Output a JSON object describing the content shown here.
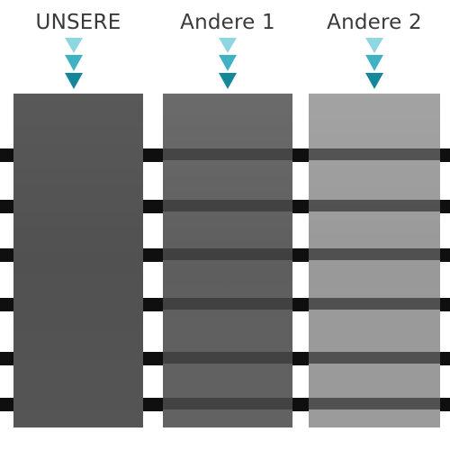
{
  "columns": [
    {
      "title": "UNSERE"
    },
    {
      "title": "Andere 1"
    },
    {
      "title": "Andere 2"
    }
  ],
  "colors": {
    "arrow_light": "#8ed6e0",
    "arrow_mid": "#3fb3c4",
    "arrow_dark": "#14879b",
    "strap": "#0f0f0f",
    "panel_unsere": "#555555",
    "panel_andere1": "#646464",
    "panel_andere2": "#9d9d9d"
  }
}
